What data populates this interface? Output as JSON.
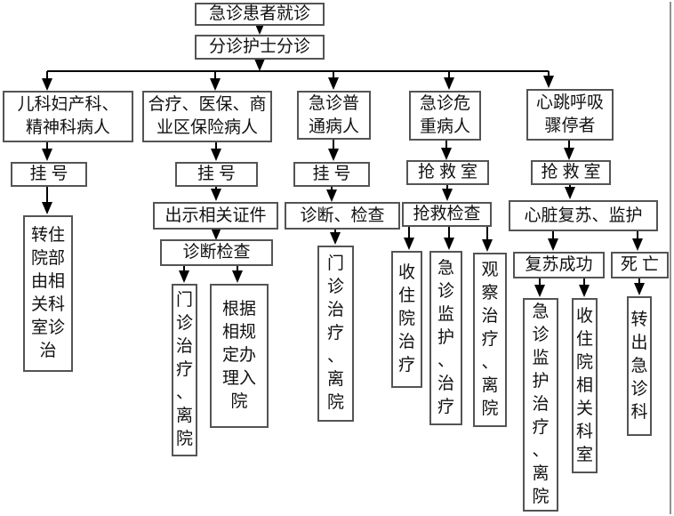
{
  "nodes": {
    "patient_arrival": {
      "text": "急诊患者就诊"
    },
    "triage": {
      "text": "分诊护士分诊"
    },
    "branch_pediatric": {
      "text": "儿科妇产科、\n精神科病人"
    },
    "branch_insurance": {
      "text": "合疗、医保、商\n业区保险病人"
    },
    "branch_ordinary": {
      "text": "急诊普\n通病人"
    },
    "branch_critical": {
      "text": "急诊危\n重病人"
    },
    "branch_cardiac_arrest": {
      "text": "心跳呼吸\n骤停者"
    },
    "register_1": {
      "text": "挂号"
    },
    "register_2": {
      "text": "挂号"
    },
    "register_3": {
      "text": "挂号"
    },
    "rescue_room_1": {
      "text": "抢救室"
    },
    "rescue_room_2": {
      "text": "抢救室"
    },
    "transfer_inpatient": {
      "text": "转住\n院部\n由相\n关科\n室诊\n治"
    },
    "show_documents": {
      "text": "出示相关证件"
    },
    "diagnosis_check_2": {
      "text": "诊断检查"
    },
    "outpatient_discharge_2": {
      "text": "门\n诊\n治\n疗\n、\n离\n院"
    },
    "admission_procedure": {
      "text": "根据\n相规\n定办\n理入\n院"
    },
    "diagnosis_check_3": {
      "text": "诊断、检查"
    },
    "outpatient_discharge_3": {
      "text": "门\n诊\n治\n疗\n、\n离\n院"
    },
    "rescue_check": {
      "text": "抢救检查"
    },
    "admit_treatment": {
      "text": "收\n住\n院\n治\n疗"
    },
    "er_monitor_treatment": {
      "text": "急\n诊\n监\n护\n、\n治\n疗"
    },
    "observe_discharge": {
      "text": "观\n察\n治\n疗\n、\n离\n院"
    },
    "cpr_monitor": {
      "text": "心脏复苏、监护"
    },
    "resuscitation_success": {
      "text": "复苏成功"
    },
    "death": {
      "text": "死亡"
    },
    "er_monitor_discharge": {
      "text": "急\n诊\n监\n护\n治\n疗\n、\n离\n院"
    },
    "admit_related_dept": {
      "text": "收\n住\n院\n相\n关\n科\n室"
    },
    "transfer_out_er": {
      "text": "转\n出\n急\n诊\n科"
    }
  },
  "edges": [
    [
      "patient_arrival",
      "triage"
    ],
    [
      "triage",
      "branch_pediatric"
    ],
    [
      "triage",
      "branch_insurance"
    ],
    [
      "triage",
      "branch_ordinary"
    ],
    [
      "triage",
      "branch_critical"
    ],
    [
      "triage",
      "branch_cardiac_arrest"
    ],
    [
      "branch_pediatric",
      "register_1"
    ],
    [
      "register_1",
      "transfer_inpatient"
    ],
    [
      "branch_insurance",
      "register_2"
    ],
    [
      "register_2",
      "show_documents"
    ],
    [
      "show_documents",
      "diagnosis_check_2"
    ],
    [
      "diagnosis_check_2",
      "outpatient_discharge_2"
    ],
    [
      "diagnosis_check_2",
      "admission_procedure"
    ],
    [
      "branch_ordinary",
      "register_3"
    ],
    [
      "register_3",
      "diagnosis_check_3"
    ],
    [
      "diagnosis_check_3",
      "outpatient_discharge_3"
    ],
    [
      "branch_critical",
      "rescue_room_1"
    ],
    [
      "rescue_room_1",
      "rescue_check"
    ],
    [
      "rescue_check",
      "admit_treatment"
    ],
    [
      "rescue_check",
      "er_monitor_treatment"
    ],
    [
      "rescue_check",
      "observe_discharge"
    ],
    [
      "branch_cardiac_arrest",
      "rescue_room_2"
    ],
    [
      "rescue_room_2",
      "cpr_monitor"
    ],
    [
      "cpr_monitor",
      "resuscitation_success"
    ],
    [
      "cpr_monitor",
      "death"
    ],
    [
      "resuscitation_success",
      "er_monitor_discharge"
    ],
    [
      "resuscitation_success",
      "admit_related_dept"
    ],
    [
      "death",
      "transfer_out_er"
    ]
  ],
  "colors": {
    "line": "#000000",
    "box_border": "#545454",
    "background": "#ffffff",
    "text": "#111111"
  }
}
